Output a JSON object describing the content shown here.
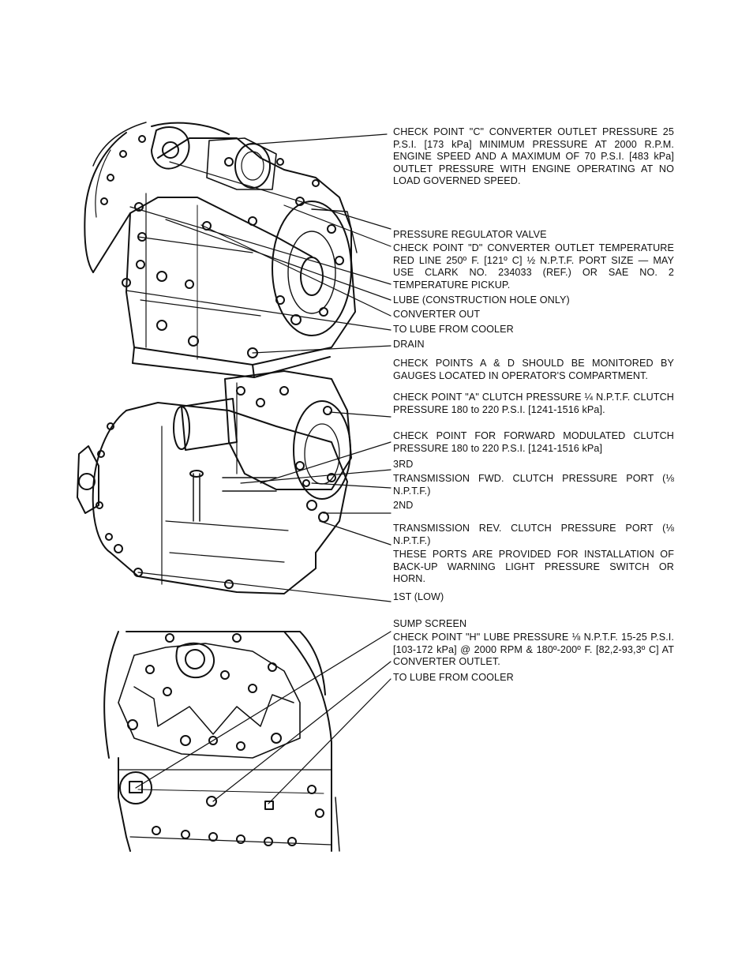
{
  "colors": {
    "ink": "#111111",
    "paper": "#ffffff"
  },
  "labels": {
    "c_point": "CHECK POINT \"C\" CONVERTER OUTLET PRESSURE 25 P.S.I. [173 kPa] MINIMUM PRESSURE AT 2000 R.P.M. ENGINE SPEED AND A MAXIMUM OF 70 P.S.I. [483 kPa] OUTLET PRESSURE WITH ENGINE OPERATING AT NO LOAD GOVERNED SPEED.",
    "regulator": "PRESSURE REGULATOR VALVE",
    "d_point": "CHECK POINT \"D\" CONVERTER OUTLET TEMPERATURE RED LINE 250º F. [121º C] ½ N.P.T.F. PORT SIZE — MAY USE CLARK NO. 234033 (REF.) OR SAE NO. 2 TEMPERATURE PICKUP.",
    "lube": "LUBE (CONSTRUCTION HOLE ONLY)",
    "conv_out": "CONVERTER OUT",
    "to_lube": "TO LUBE FROM COOLER",
    "drain": "DRAIN",
    "monitor": "CHECK POINTS A & D SHOULD BE MONITORED BY GAUGES LOCATED IN OPERATOR'S COMPARTMENT.",
    "a_point": "CHECK POINT \"A\" CLUTCH PRESSURE ¼ N.P.T.F. CLUTCH PRESSURE 180 to 220 P.S.I. [1241-1516 kPa].",
    "fwd_mod": "CHECK POINT FOR FORWARD MODULATED CLUTCH PRESSURE 180 to 220 P.S.I. [1241-1516 kPa]",
    "third": "3RD",
    "fwd_port": "TRANSMISSION FWD. CLUTCH PRESSURE PORT (⅛ N.P.T.F.)",
    "second": "2ND",
    "rev_port": "TRANSMISSION REV. CLUTCH PRESSURE PORT (⅛ N.P.T.F.)",
    "backup": "THESE PORTS ARE PROVIDED FOR INSTALLATION OF BACK-UP WARNING LIGHT PRESSURE SWITCH OR HORN.",
    "first": "1ST (LOW)",
    "sump": "SUMP SCREEN",
    "h_point": "CHECK POINT \"H\" LUBE PRESSURE ⅛ N.P.T.F. 15-25 P.S.I. [103-172 kPa] @ 2000 RPM & 180º-200º F. [82,2-93,3º C] AT CONVERTER OUTLET.",
    "to_lube2": "TO LUBE FROM COOLER"
  }
}
